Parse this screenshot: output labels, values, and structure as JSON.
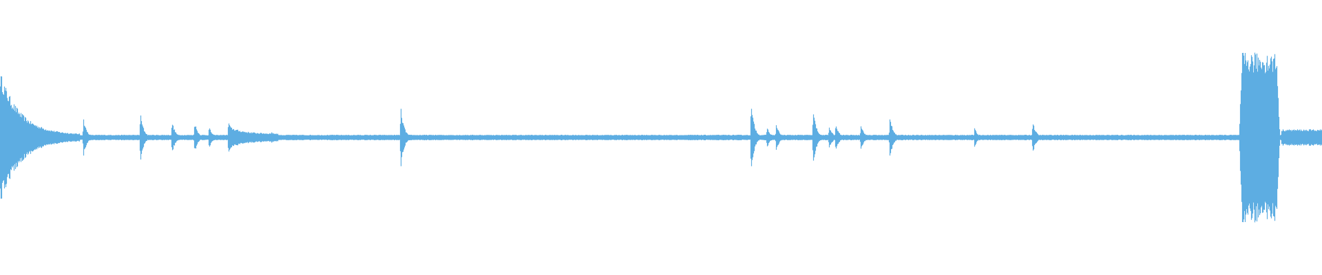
{
  "waveform": {
    "color": "#5dade2",
    "background": "#ffffff",
    "baseline_amplitude": 0.02,
    "segments": [
      {
        "start": 0.0,
        "end": 0.06,
        "amp_start": 0.48,
        "amp_end": 0.02,
        "shape": "decay"
      },
      {
        "start": 0.172,
        "end": 0.21,
        "amp_start": 0.09,
        "amp_end": 0.03,
        "shape": "decay"
      },
      {
        "start": 0.937,
        "end": 0.968,
        "amp_start": 0.62,
        "amp_end": 0.58,
        "shape": "burst"
      },
      {
        "start": 0.969,
        "end": 1.0,
        "amp_start": 0.06,
        "amp_end": 0.06,
        "shape": "flat"
      }
    ],
    "transients": [
      {
        "t": 0.063,
        "amp": 0.14
      },
      {
        "t": 0.106,
        "amp": 0.18
      },
      {
        "t": 0.13,
        "amp": 0.12
      },
      {
        "t": 0.147,
        "amp": 0.12
      },
      {
        "t": 0.158,
        "amp": 0.08
      },
      {
        "t": 0.173,
        "amp": 0.12
      },
      {
        "t": 0.205,
        "amp": 0.05
      },
      {
        "t": 0.303,
        "amp": 0.22
      },
      {
        "t": 0.568,
        "amp": 0.25
      },
      {
        "t": 0.58,
        "amp": 0.08
      },
      {
        "t": 0.587,
        "amp": 0.1
      },
      {
        "t": 0.615,
        "amp": 0.2
      },
      {
        "t": 0.627,
        "amp": 0.09
      },
      {
        "t": 0.632,
        "amp": 0.1
      },
      {
        "t": 0.651,
        "amp": 0.1
      },
      {
        "t": 0.673,
        "amp": 0.16
      },
      {
        "t": 0.737,
        "amp": 0.07
      },
      {
        "t": 0.781,
        "amp": 0.12
      }
    ]
  }
}
